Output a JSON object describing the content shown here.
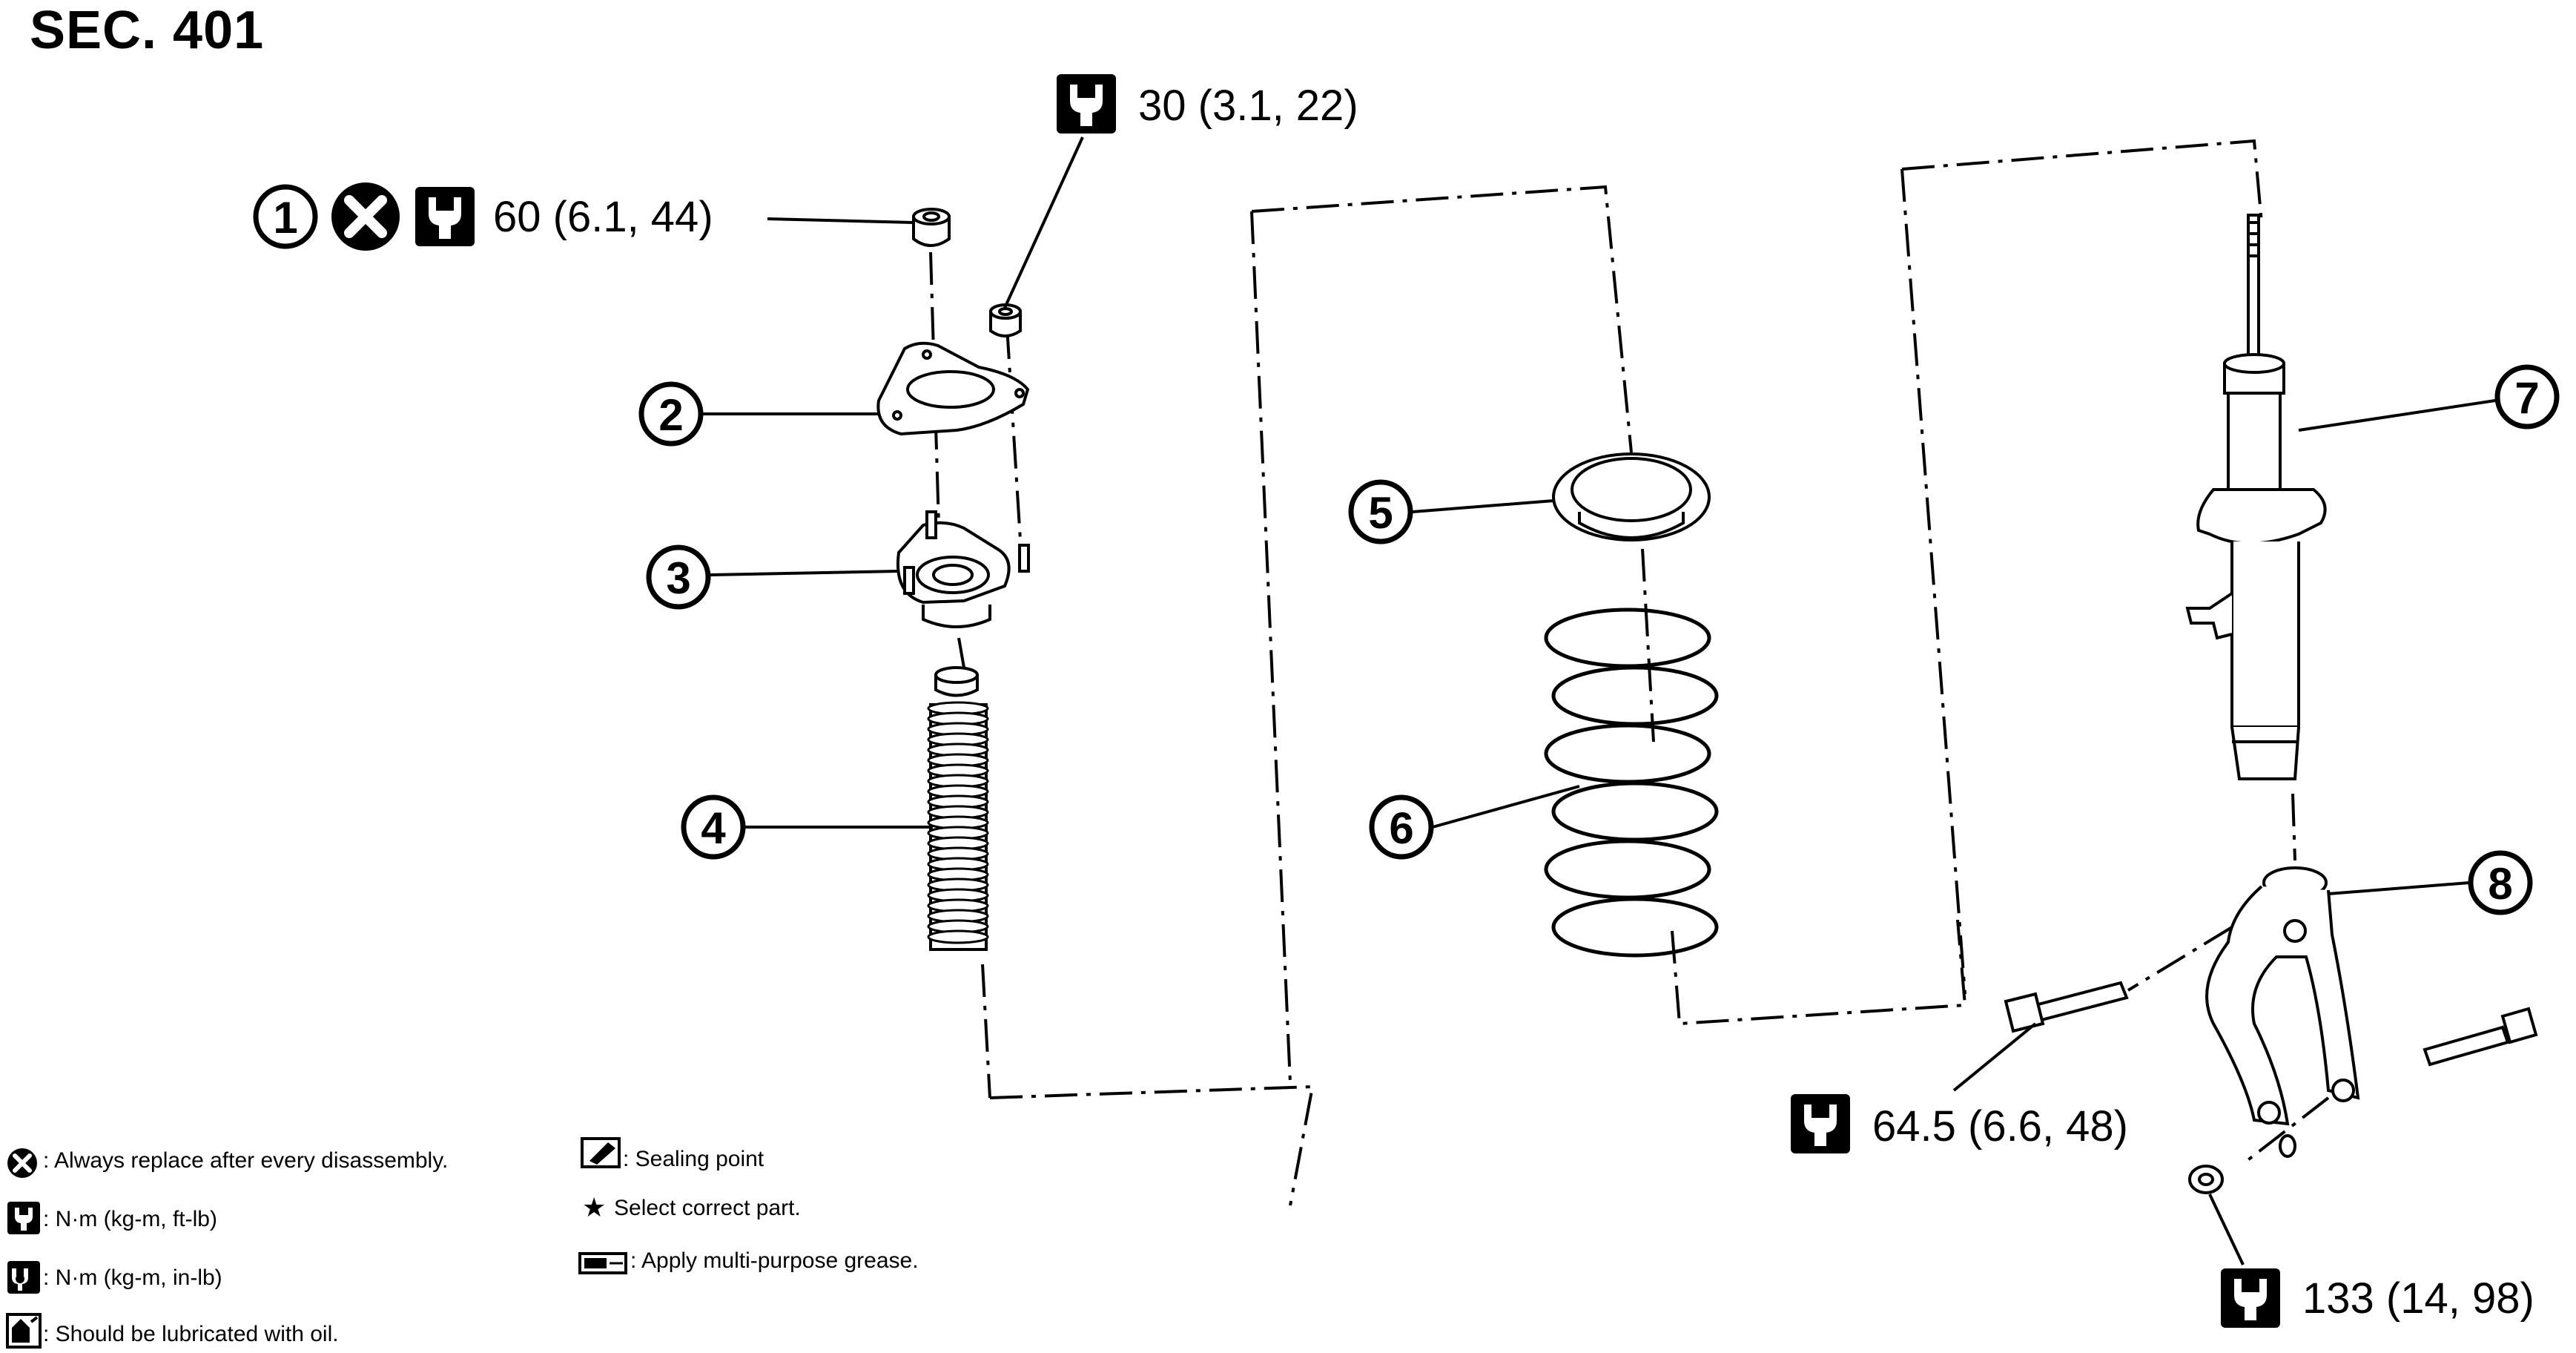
{
  "section": "SEC. 401",
  "callouts": [
    {
      "number": "1"
    },
    {
      "number": "2"
    },
    {
      "number": "3"
    },
    {
      "number": "4"
    },
    {
      "number": "5"
    },
    {
      "number": "6"
    },
    {
      "number": "7"
    },
    {
      "number": "8"
    }
  ],
  "torques": {
    "t1": "60 (6.1, 44)",
    "t2": "30 (3.1, 22)",
    "t3": "64.5 (6.6, 48)",
    "t4": "133 (14, 98)"
  },
  "legend": {
    "replace": ": Always replace after every disassembly.",
    "nm_ftlb": ": N·m (kg-m, ft-lb)",
    "nm_inlb": ": N·m (kg-m, in-lb)",
    "oil": ": Should be lubricated with oil.",
    "sealing": ": Sealing point",
    "select": "Select correct part.",
    "grease": ": Apply multi-purpose grease."
  }
}
